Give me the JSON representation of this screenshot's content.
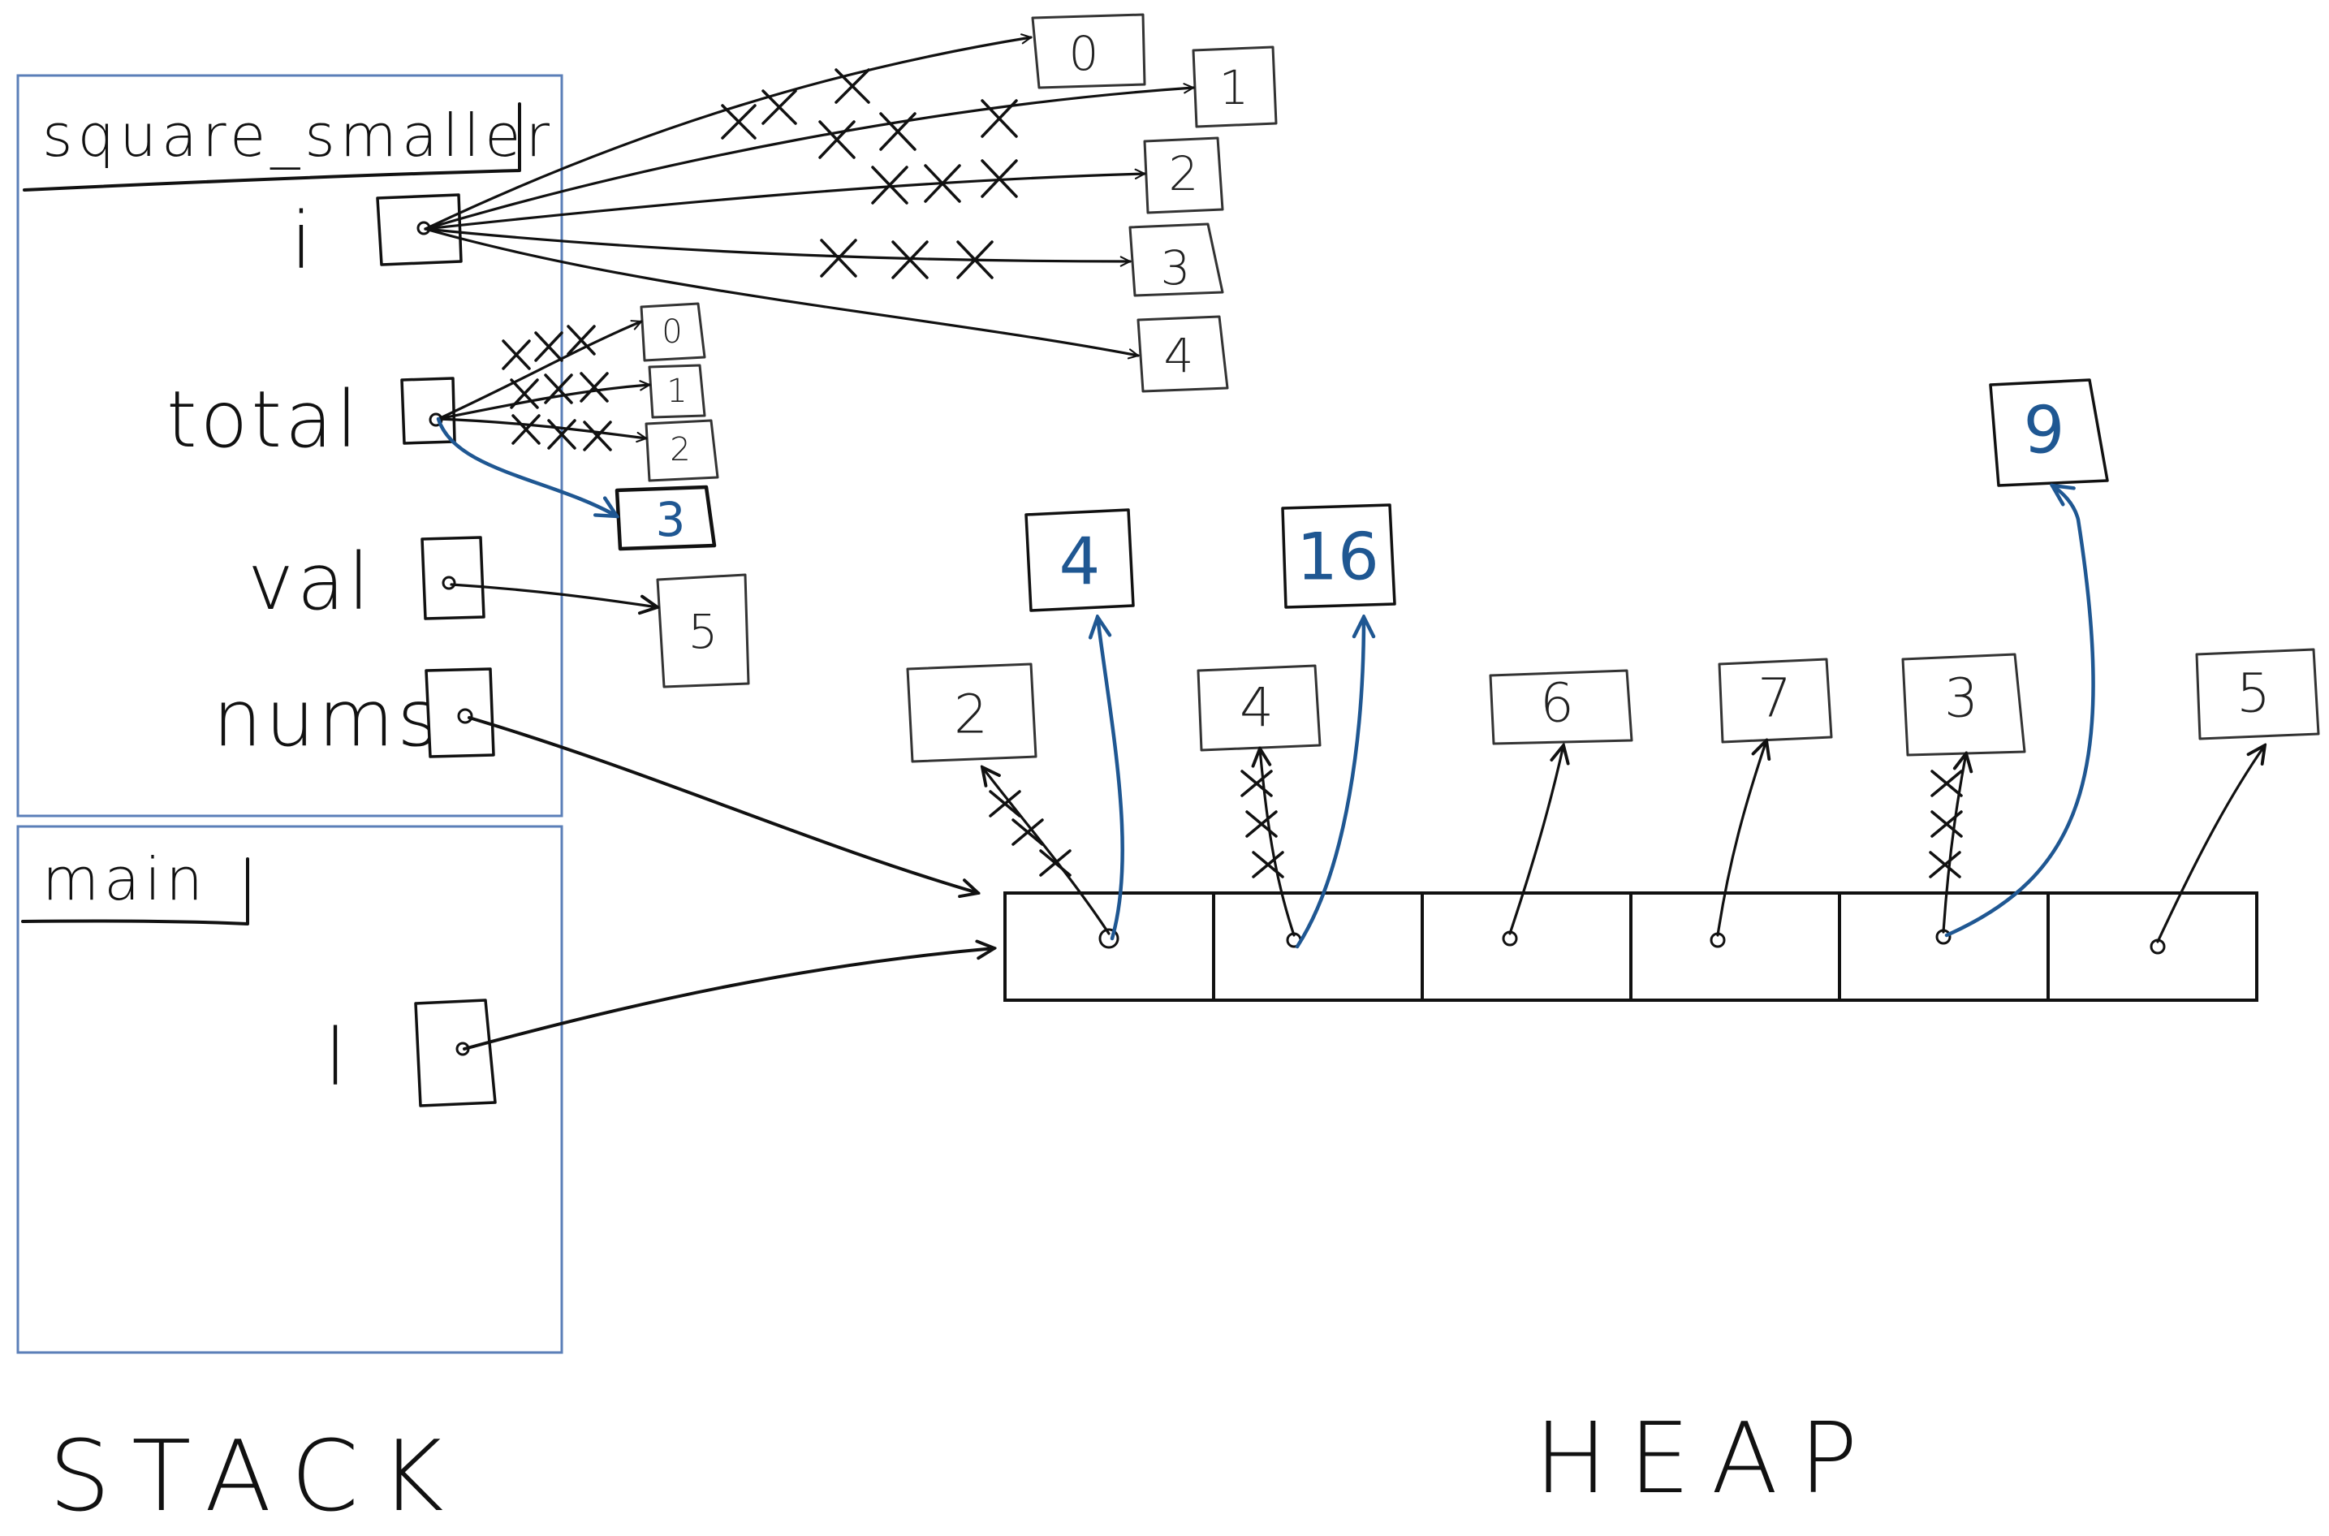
{
  "stack": {
    "label": "STACK",
    "frames": [
      {
        "name": "square_smaller",
        "vars": [
          "i",
          "total",
          "val",
          "nums"
        ]
      },
      {
        "name": "main",
        "vars": [
          "l"
        ]
      }
    ]
  },
  "heap": {
    "label": "HEAP",
    "i_values": [
      "0",
      "1",
      "2",
      "3",
      "4"
    ],
    "total_values": [
      "0",
      "1",
      "2",
      "3"
    ],
    "total_current": "3",
    "val_value": "5",
    "list_elements": [
      "2",
      "4",
      "6",
      "7",
      "3",
      "5"
    ],
    "squared_values": [
      "4",
      "16",
      "9"
    ]
  },
  "colors": {
    "ink": "#111111",
    "frame_border": "#5b7fb8",
    "update_ink": "#1f5792"
  }
}
